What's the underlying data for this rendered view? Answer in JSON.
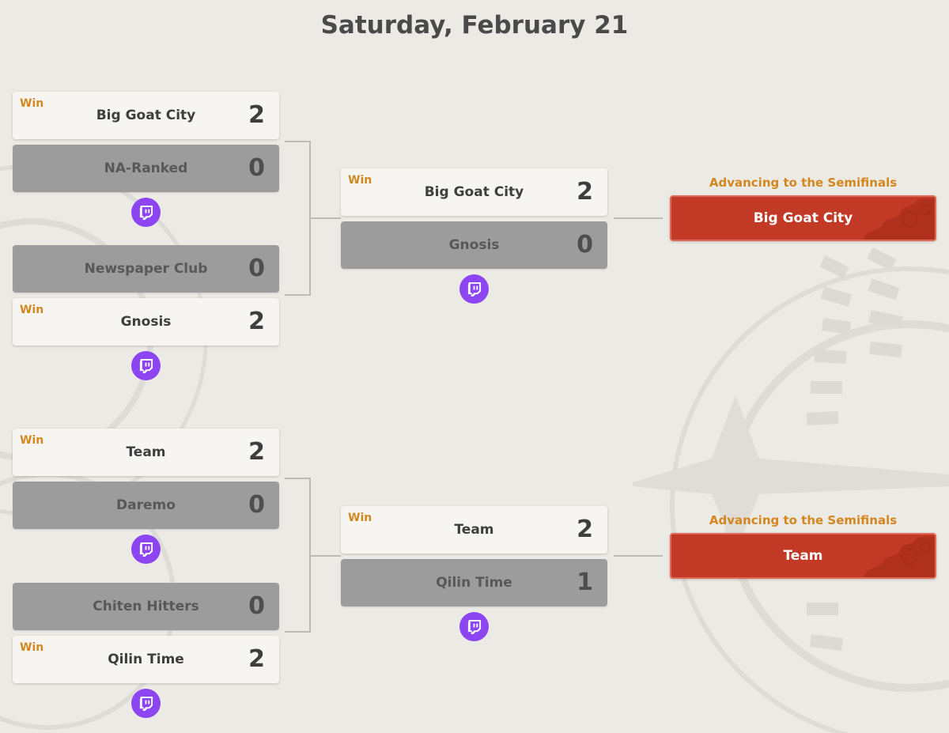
{
  "page": {
    "title": "Saturday, February 21"
  },
  "labels": {
    "win": "Win",
    "advancing": "Advancing to the Semifinals"
  },
  "colors": {
    "accent_orange": "#d4871f",
    "twitch_purple": "#8c45f0",
    "advance_red": "#c23a26"
  },
  "quarterfinals": [
    {
      "teams": [
        {
          "name": "Big Goat City",
          "score": "2",
          "winner": true
        },
        {
          "name": "NA-Ranked",
          "score": "0",
          "winner": false
        }
      ],
      "stream_icon": "twitch-icon"
    },
    {
      "teams": [
        {
          "name": "Newspaper Club",
          "score": "0",
          "winner": false
        },
        {
          "name": "Gnosis",
          "score": "2",
          "winner": true
        }
      ],
      "stream_icon": "twitch-icon"
    },
    {
      "teams": [
        {
          "name": "Team",
          "score": "2",
          "winner": true
        },
        {
          "name": "Daremo",
          "score": "0",
          "winner": false
        }
      ],
      "stream_icon": "twitch-icon"
    },
    {
      "teams": [
        {
          "name": "Chiten Hitters",
          "score": "0",
          "winner": false
        },
        {
          "name": "Qilin Time",
          "score": "2",
          "winner": true
        }
      ],
      "stream_icon": "twitch-icon"
    }
  ],
  "round2": [
    {
      "teams": [
        {
          "name": "Big Goat City",
          "score": "2",
          "winner": true
        },
        {
          "name": "Gnosis",
          "score": "0",
          "winner": false
        }
      ],
      "stream_icon": "twitch-icon"
    },
    {
      "teams": [
        {
          "name": "Team",
          "score": "2",
          "winner": true
        },
        {
          "name": "Qilin Time",
          "score": "1",
          "winner": false
        }
      ],
      "stream_icon": "twitch-icon"
    }
  ],
  "advancing": [
    {
      "name": "Big Goat City"
    },
    {
      "name": "Team"
    }
  ]
}
